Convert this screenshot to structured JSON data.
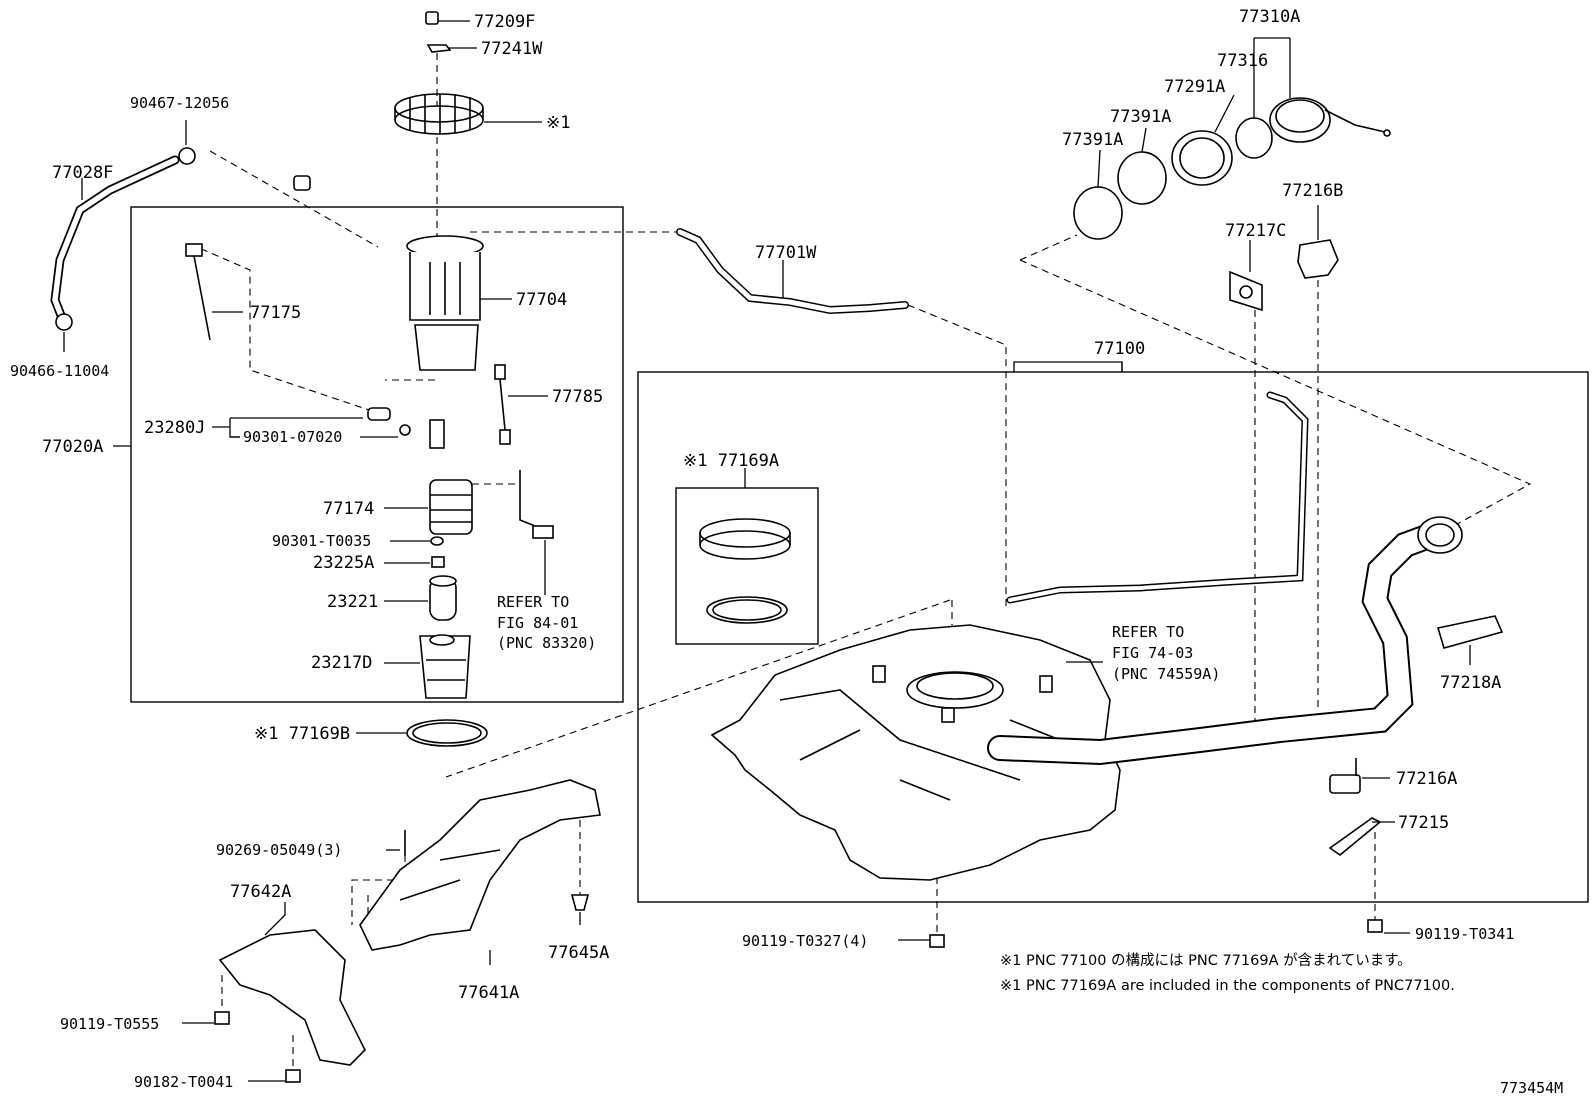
{
  "labels": {
    "p77209F": "77209F",
    "p77241W": "77241W",
    "p90467": "90467-12056",
    "note1_ring": "※1",
    "p77028F": "77028F",
    "p90466": "90466-11004",
    "p77020A": "77020A",
    "p77175": "77175",
    "p77704": "77704",
    "p77785": "77785",
    "p23280J": "23280J",
    "p90301_07020": "90301-07020",
    "p77174": "77174",
    "p90301_T0035": "90301-T0035",
    "p23225A": "23225A",
    "p23221": "23221",
    "p23217D": "23217D",
    "refer84_1": "REFER TO",
    "refer84_2": "FIG 84-01",
    "refer84_3": "(PNC 83320)",
    "p77169B": "※1 77169B",
    "p77701W": "77701W",
    "p77100": "77100",
    "p77169A": "※1 77169A",
    "refer74_1": "REFER TO",
    "refer74_2": "FIG 74-03",
    "refer74_3": "(PNC 74559A)",
    "p77310A": "77310A",
    "p77316": "77316",
    "p77291A": "77291A",
    "p77391A_a": "77391A",
    "p77391A_b": "77391A",
    "p77216B": "77216B",
    "p77217C": "77217C",
    "p77218A": "77218A",
    "p77216A": "77216A",
    "p77215": "77215",
    "p90119_T0341": "90119-T0341",
    "p90119_T0327": "90119-T0327(4)",
    "p90269": "90269-05049(3)",
    "p77642A": "77642A",
    "p77641A": "77641A",
    "p77645A": "77645A",
    "p90119_T0555": "90119-T0555",
    "p90182_T0041": "90182-T0041",
    "diagram_id": "773454M"
  },
  "notes": {
    "jp": "※1 PNC 77100 の構成には PNC 77169A が含まれています。",
    "en": "※1 PNC 77169A are included in the components of PNC77100."
  }
}
